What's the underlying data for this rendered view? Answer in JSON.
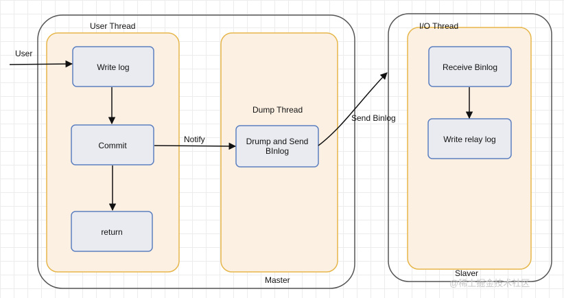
{
  "diagram": {
    "master": {
      "label": "Master",
      "user_thread": {
        "label": "User Thread",
        "steps": [
          "Write log",
          "Commit",
          "return"
        ]
      },
      "dump_thread": {
        "label": "Dump Thread",
        "box": "Drump and Send\nBInlog"
      }
    },
    "slaver": {
      "label": "Slaver",
      "io_thread": {
        "label": "I/O Thread",
        "steps": [
          "Receive Binlog",
          "Write relay log"
        ]
      }
    },
    "edges": {
      "user": "User",
      "notify": "Notify",
      "send_binlog": "Send Binlog"
    },
    "watermark": "@稀土掘金技术社区",
    "colors": {
      "thread_fill": "#fcf0e2",
      "thread_stroke": "#e6b64a",
      "box_fill": "#e9ebf0",
      "box_stroke": "#5c7fc0",
      "outline": "#555555"
    }
  }
}
